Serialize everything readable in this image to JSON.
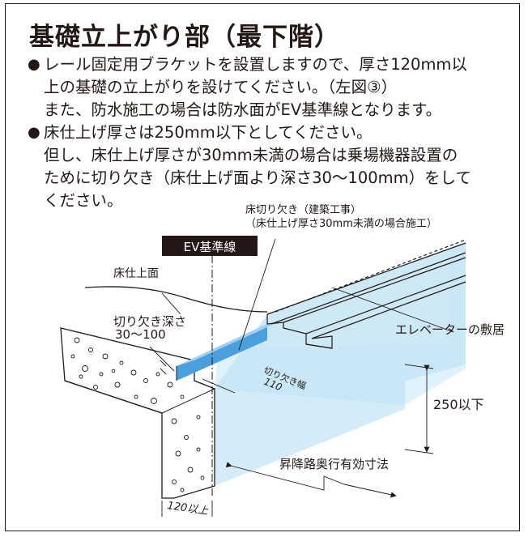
{
  "title": "基礎立上がり部（最下階）",
  "notes": [
    {
      "bullet": "●",
      "lines": [
        "レール固定用ブラケットを設置しますので、厚さ120mm以",
        "上の基礎の立上がりを設けてください。（左図③）",
        "また、防水施工の場合は防水面がEV基準線となります。"
      ]
    },
    {
      "bullet": "●",
      "lines": [
        "床仕上げ厚さは250mm以下としてください。",
        "但し、床仕上げ厚さが30mm未満の場合は乗場機器設置の",
        "ために切り欠き（床仕上げ面より深さ30～100mm）をして",
        "ください。"
      ]
    }
  ],
  "diagram": {
    "ev_baseline": "EV基準線",
    "floor_finish_surface": "床仕上面",
    "notch_label_line1": "床切り欠き（建築工事）",
    "notch_label_line2": "（床仕上げ厚さ30mm未満の場合施工）",
    "notch_depth_line1": "切り欠き深さ",
    "notch_depth_line2": "30～100",
    "notch_width_line1": "切り欠き幅",
    "notch_width_line2": "110",
    "elevator_sill": "エレベーターの敷居",
    "max_250": "250以下",
    "hoistway_depth": "昇降路奥行有効寸法",
    "min_120": "120以上",
    "colors": {
      "light_blue": "#c5e5f5",
      "notch_blue": "#4a9fdc",
      "ink": "#231815",
      "label_bg": "#231815"
    }
  }
}
